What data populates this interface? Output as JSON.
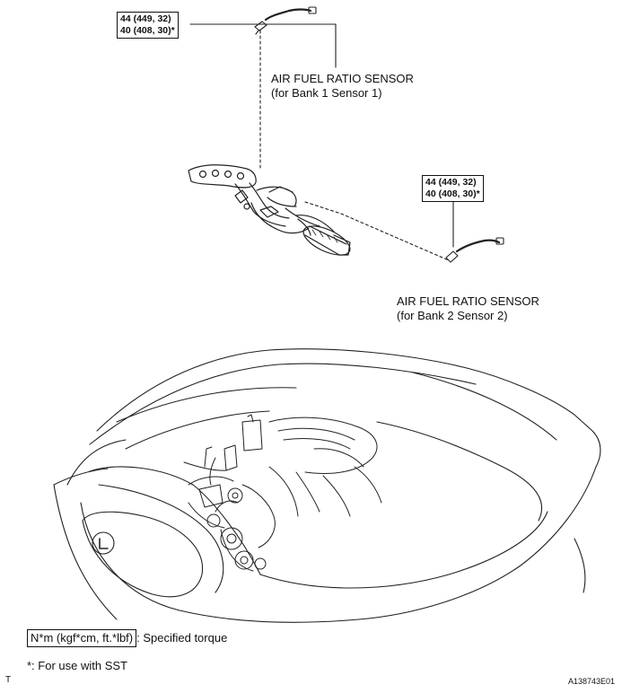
{
  "sensor1": {
    "torque_line1": "44 (449, 32)",
    "torque_line2": "40 (408, 30)*",
    "name": "AIR FUEL RATIO SENSOR",
    "position": "(for Bank 1 Sensor 1)"
  },
  "sensor2": {
    "torque_line1": "44 (449, 32)",
    "torque_line2": "40 (408, 30)*",
    "name": "AIR FUEL RATIO SENSOR",
    "position": "(for Bank 2 Sensor 2)"
  },
  "legend": {
    "unit_box": "N*m (kgf*cm, ft.*lbf)",
    "unit_desc": ": Specified torque",
    "sst_note": "*: For use with SST"
  },
  "corner_left": "T",
  "figure_code": "A138743E01"
}
